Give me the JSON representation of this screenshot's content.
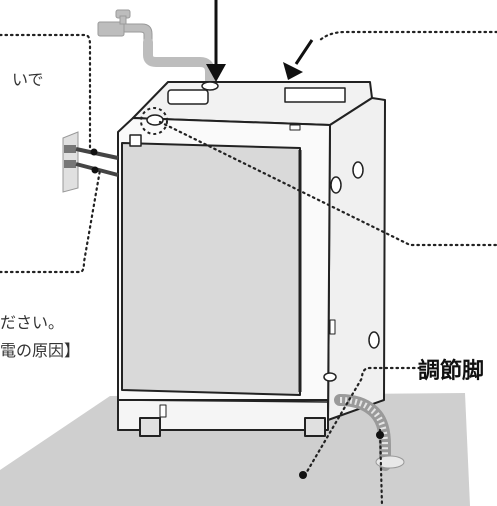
{
  "captions": {
    "top_left_fragment": "いで",
    "warning_line1": "ださい。",
    "warning_line2": "電の原因】",
    "adjustable_feet_label": "調節脚"
  },
  "colors": {
    "floor": "#c8c8c8",
    "body": "#f7f7f7",
    "door": "#d9d9d9",
    "outline": "#222222",
    "faucet": "#b5b5b5",
    "leader_line": "#222222"
  },
  "icons": [
    "faucet-icon",
    "power-outlet-icon",
    "drain-hose-icon"
  ]
}
